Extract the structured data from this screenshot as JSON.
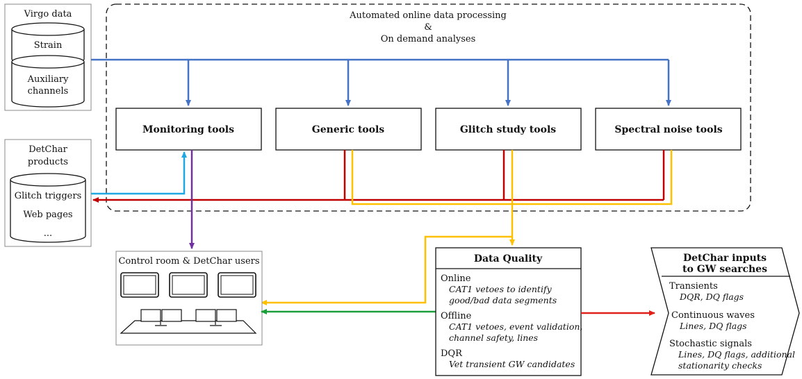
{
  "automated": {
    "line1": "Automated online data processing",
    "line2": "&",
    "line3": "On demand analyses"
  },
  "virgo": {
    "title": "Virgo data",
    "strain": "Strain",
    "aux_line1": "Auxiliary",
    "aux_line2": "channels"
  },
  "detchar_products": {
    "title_line1": "DetChar",
    "title_line2": "products",
    "glitch": "Glitch triggers",
    "web": "Web pages",
    "more": "..."
  },
  "tools": {
    "monitoring": "Monitoring tools",
    "generic": "Generic tools",
    "glitch": "Glitch study tools",
    "spectral": "Spectral noise tools"
  },
  "control_room": {
    "title": "Control room & DetChar users"
  },
  "data_quality": {
    "title": "Data Quality",
    "online": "Online",
    "online_l1": "CAT1 vetoes to identify",
    "online_l2": "good/bad data segments",
    "offline": "Offline",
    "offline_l1": "CAT1 vetoes, event validation,",
    "offline_l2": "channel safety, lines",
    "dqr": "DQR",
    "dqr_l1": "Vet transient GW candidates"
  },
  "inputs": {
    "title_line1": "DetChar inputs",
    "title_line2": "to GW searches",
    "transients": "Transients",
    "transients_l1": "DQR, DQ flags",
    "cw": "Continuous waves",
    "cw_l1": "Lines, DQ flags",
    "stoch": "Stochastic signals",
    "stoch_l1": "Lines, DQ flags, additional",
    "stoch_l2": "stationarity checks"
  },
  "colors": {
    "blue": "#4472c4",
    "light_blue": "#1ea7e1",
    "red": "#c00000",
    "yellow": "#ffc000",
    "purple": "#7030a0",
    "green": "#1a9e3a",
    "bright_red": "#e0201b"
  }
}
